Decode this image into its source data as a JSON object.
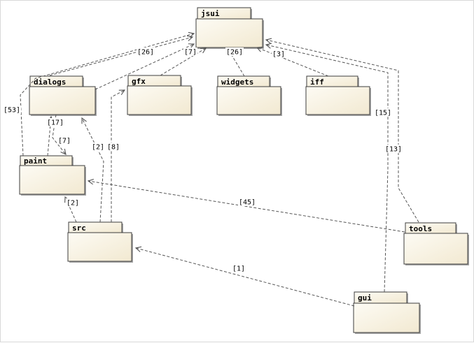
{
  "diagram": {
    "type": "uml-package-dependency-diagram",
    "colors": {
      "background": "#ffffff",
      "package_fill": "#f5eeda",
      "package_fill_light": "#fdfbf4",
      "package_border": "#3d3d3d",
      "package_shadow": "#a6a6a6",
      "edge_line": "#555555",
      "label_text": "#000000"
    }
  },
  "packages": [
    {
      "name": "jsui"
    },
    {
      "name": "dialogs"
    },
    {
      "name": "gfx"
    },
    {
      "name": "widgets"
    },
    {
      "name": "iff"
    },
    {
      "name": "paint"
    },
    {
      "name": "src"
    },
    {
      "name": "tools"
    },
    {
      "name": "gui"
    }
  ],
  "edges": [
    {
      "from": "dialogs",
      "to": "jsui",
      "label": "[26]"
    },
    {
      "from": "dialogs",
      "to": "jsui",
      "label": ""
    },
    {
      "from": "paint",
      "to": "jsui",
      "label": "[53]"
    },
    {
      "from": "gfx",
      "to": "jsui",
      "label": "[7]"
    },
    {
      "from": "widgets",
      "to": "jsui",
      "label": "[26]"
    },
    {
      "from": "iff",
      "to": "jsui",
      "label": "[3]"
    },
    {
      "from": "dialogs",
      "to": "paint",
      "label": "[7]"
    },
    {
      "from": "paint",
      "to": "dialogs",
      "label": "[17]"
    },
    {
      "from": "src",
      "to": "dialogs",
      "label": "[2]"
    },
    {
      "from": "src",
      "to": "gfx",
      "label": "[8]"
    },
    {
      "from": "src",
      "to": "paint",
      "label": "[2]"
    },
    {
      "from": "tools",
      "to": "paint",
      "label": "[45]"
    },
    {
      "from": "gui",
      "to": "src",
      "label": "[1]"
    },
    {
      "from": "gui",
      "to": "jsui",
      "label": "[15]"
    },
    {
      "from": "tools",
      "to": "jsui",
      "label": "[13]"
    }
  ]
}
